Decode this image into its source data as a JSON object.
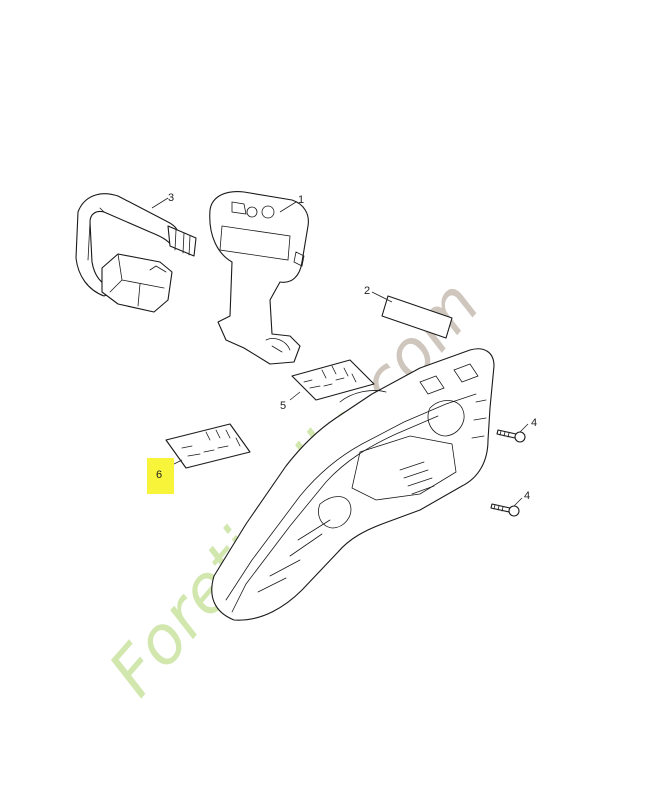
{
  "watermark": {
    "text": "Foretjardin.com",
    "color_foret": "#c9e3a1",
    "color_dotcom": "#c7bdb2"
  },
  "highlight_color": "#f7f43a",
  "callouts": {
    "c1": "1",
    "c2": "2",
    "c3": "3",
    "c4a": "4",
    "c4b": "4",
    "c5": "5",
    "c6": "6"
  }
}
